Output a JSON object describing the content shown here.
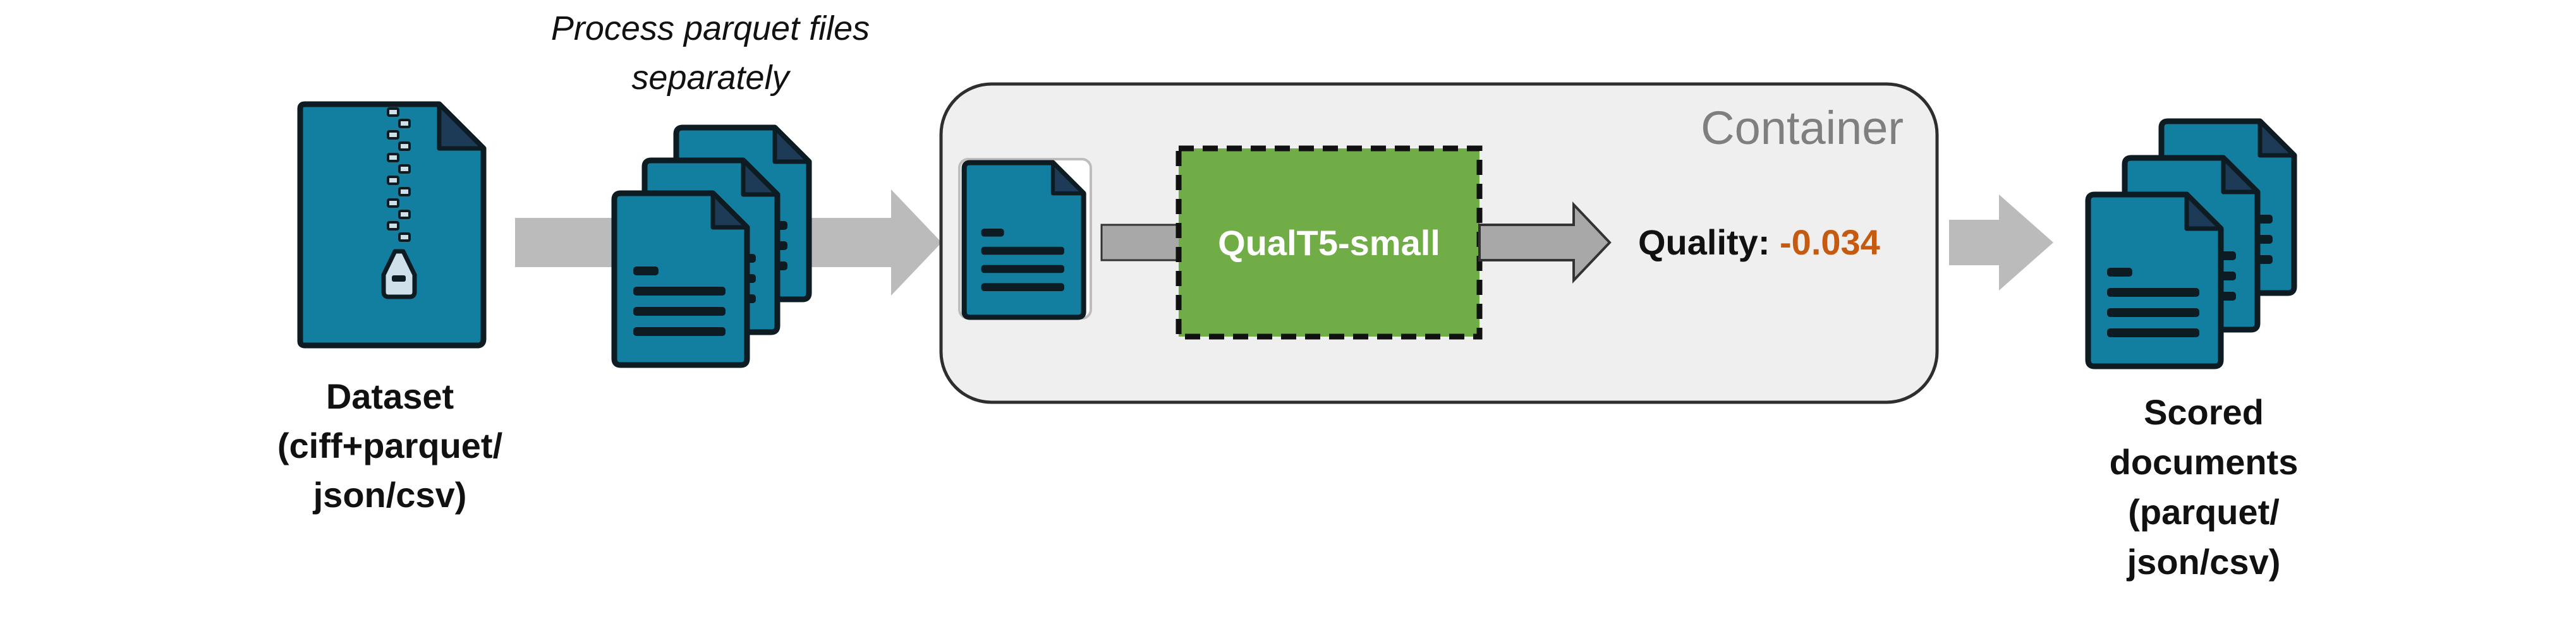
{
  "colors": {
    "doc_fill": "#137fa0",
    "doc_stroke": "#0d1b22",
    "doc_fold": "#1d3b57",
    "zip_fill": "#cfe0ea",
    "arrow_light": "#bbbbbb",
    "arrow_dark": "#a8a8a8",
    "container_fill": "#efefef",
    "container_stroke": "#2e2e2e",
    "container_label": "#7f7f7f",
    "model_fill": "#70ad47",
    "model_text": "#ffffff",
    "score_value": "#c55a11",
    "text": "#111111"
  },
  "dataset": {
    "icon": "zip-file-icon",
    "label_lines": [
      "Dataset",
      "(ciff+parquet/",
      "json/csv)"
    ]
  },
  "parquet_stack": {
    "icon": "document-stack-icon",
    "caption_lines": [
      "Process parquet files",
      "separately"
    ]
  },
  "container": {
    "label": "Container",
    "document_icon": "document-icon",
    "model": {
      "label": "QualT5-small"
    },
    "score": {
      "label": "Quality: ",
      "value": "-0.034"
    }
  },
  "output": {
    "icon": "document-stack-icon",
    "label_lines": [
      "Scored",
      "documents",
      "(parquet/",
      "json/csv)"
    ]
  }
}
